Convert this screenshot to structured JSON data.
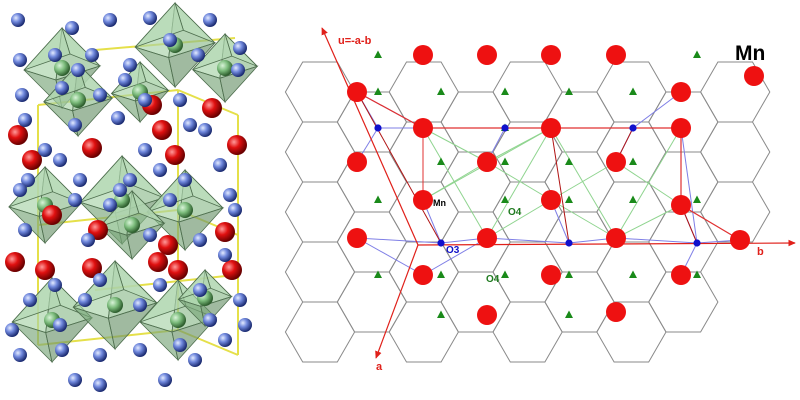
{
  "colors": {
    "mn": "#ee1111",
    "o_sphere": "#6f86e0",
    "o3_dot": "#1010cc",
    "o4_triangle": "#1a8a1a",
    "octahedron": "#9cc79c",
    "cell_edge": "#e5e04a",
    "honeycomb": "#8a8a8a",
    "axis": "#e0201a",
    "blue_bond": "#7f7fe6",
    "green_bond": "#8fd48f"
  },
  "labels": {
    "u_axis": "u=-a-b",
    "a_axis": "a",
    "b_axis": "b",
    "mn_site": "Mn",
    "o3_site": "O3",
    "o4_upper": "O4",
    "o4_lower": "O4",
    "legend_mn": "Mn"
  },
  "icons": {
    "octahedron": "octahedron-polyhedron-icon",
    "mn_atom": "red-sphere-icon",
    "o_atom": "blue-sphere-icon"
  }
}
